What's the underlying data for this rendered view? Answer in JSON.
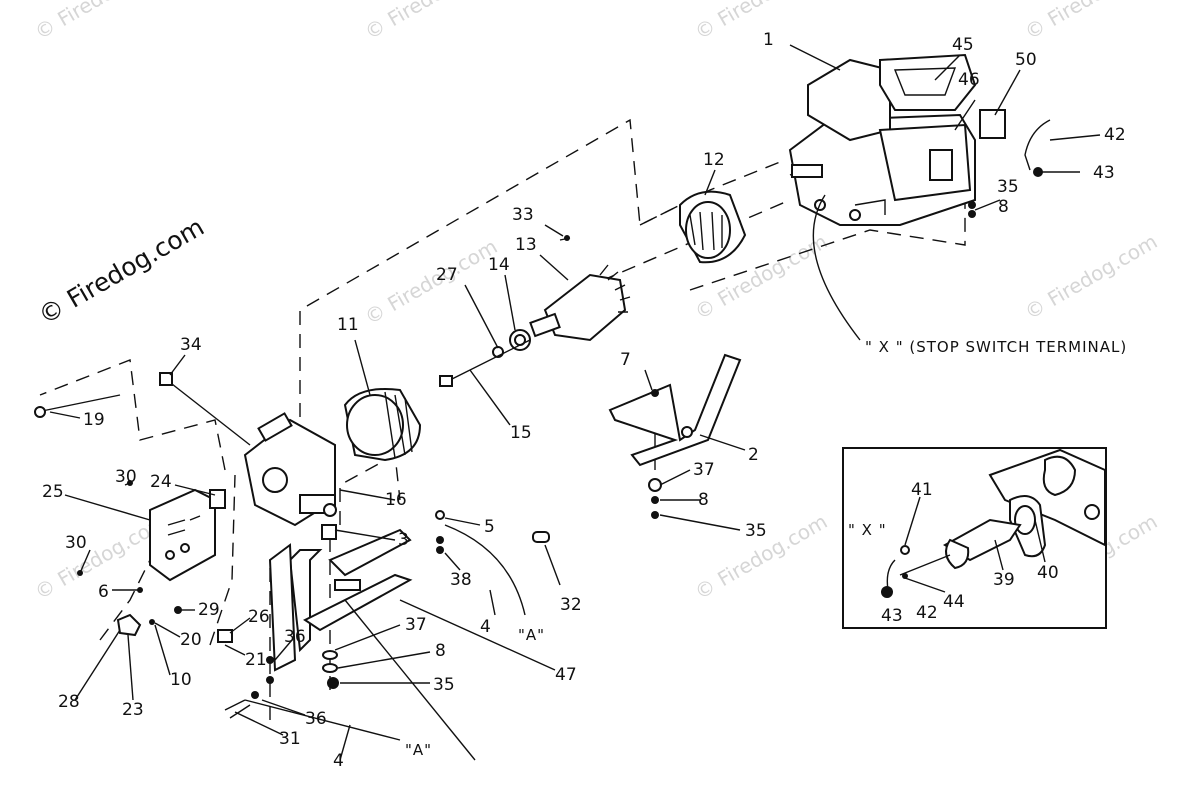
{
  "diagram": {
    "watermark": "© Firedog.com",
    "stop_switch_note": "\" X \" (STOP SWITCH TERMINAL)",
    "inset_x_label": "\" X \"",
    "connection_a": "\"A\"",
    "labels": [
      "1",
      "45",
      "50",
      "46",
      "42",
      "43",
      "35",
      "8",
      "12",
      "33",
      "13",
      "27",
      "14",
      "34",
      "11",
      "7",
      "15",
      "19",
      "2",
      "30",
      "24",
      "37",
      "16",
      "25",
      "8",
      "5",
      "35",
      "3",
      "30",
      "38",
      "32",
      "6",
      "29",
      "26",
      "4",
      "20",
      "37",
      "21",
      "8",
      "10",
      "36",
      "35",
      "47",
      "28",
      "23",
      "36",
      "31",
      "4",
      "41",
      "39",
      "40",
      "44",
      "42",
      "43"
    ]
  }
}
